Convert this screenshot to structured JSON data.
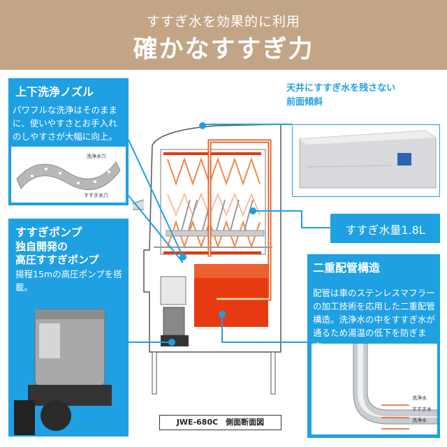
{
  "header": {
    "subtitle": "すすぎ水を効果的に利用",
    "title": "確かなすすぎ力"
  },
  "nozzle": {
    "title": "上下洗浄ノズル",
    "description": "パワフルな洗浄はそのままに、使いやすさとお手入れのしやすさが大幅に向上。",
    "label_wash_hole": "洗浄水穴",
    "label_rinse_hole": "すすぎ水穴"
  },
  "pump": {
    "title": "すすぎポンプ",
    "headline": "独自開発の\n高圧すすぎポンプ",
    "description": "揚程15mの高圧ポンプを搭載。"
  },
  "ceiling": {
    "text": "天井にすすぎ水を残さない\n前面傾斜"
  },
  "volume": {
    "text": "すすぎ水量1.8L"
  },
  "double_pipe": {
    "title": "二重配管構造",
    "description": "配管は車のステンレスマフラーの加工技術を応用した二重配管構造。洗浄水の中をすすぎ水が通るため湯温の低下を防ぎます。",
    "label_wash1": "洗浄水",
    "label_rinse": "すすぎ水",
    "label_wash2": "洗浄水"
  },
  "diagram": {
    "caption": "JWE-680C　側面断面図"
  },
  "colors": {
    "header_bg": "#c2a587",
    "accent_blue": "#1ea0e2",
    "pipe_orange": "#e65a1a",
    "water_red": "#e83a10"
  }
}
